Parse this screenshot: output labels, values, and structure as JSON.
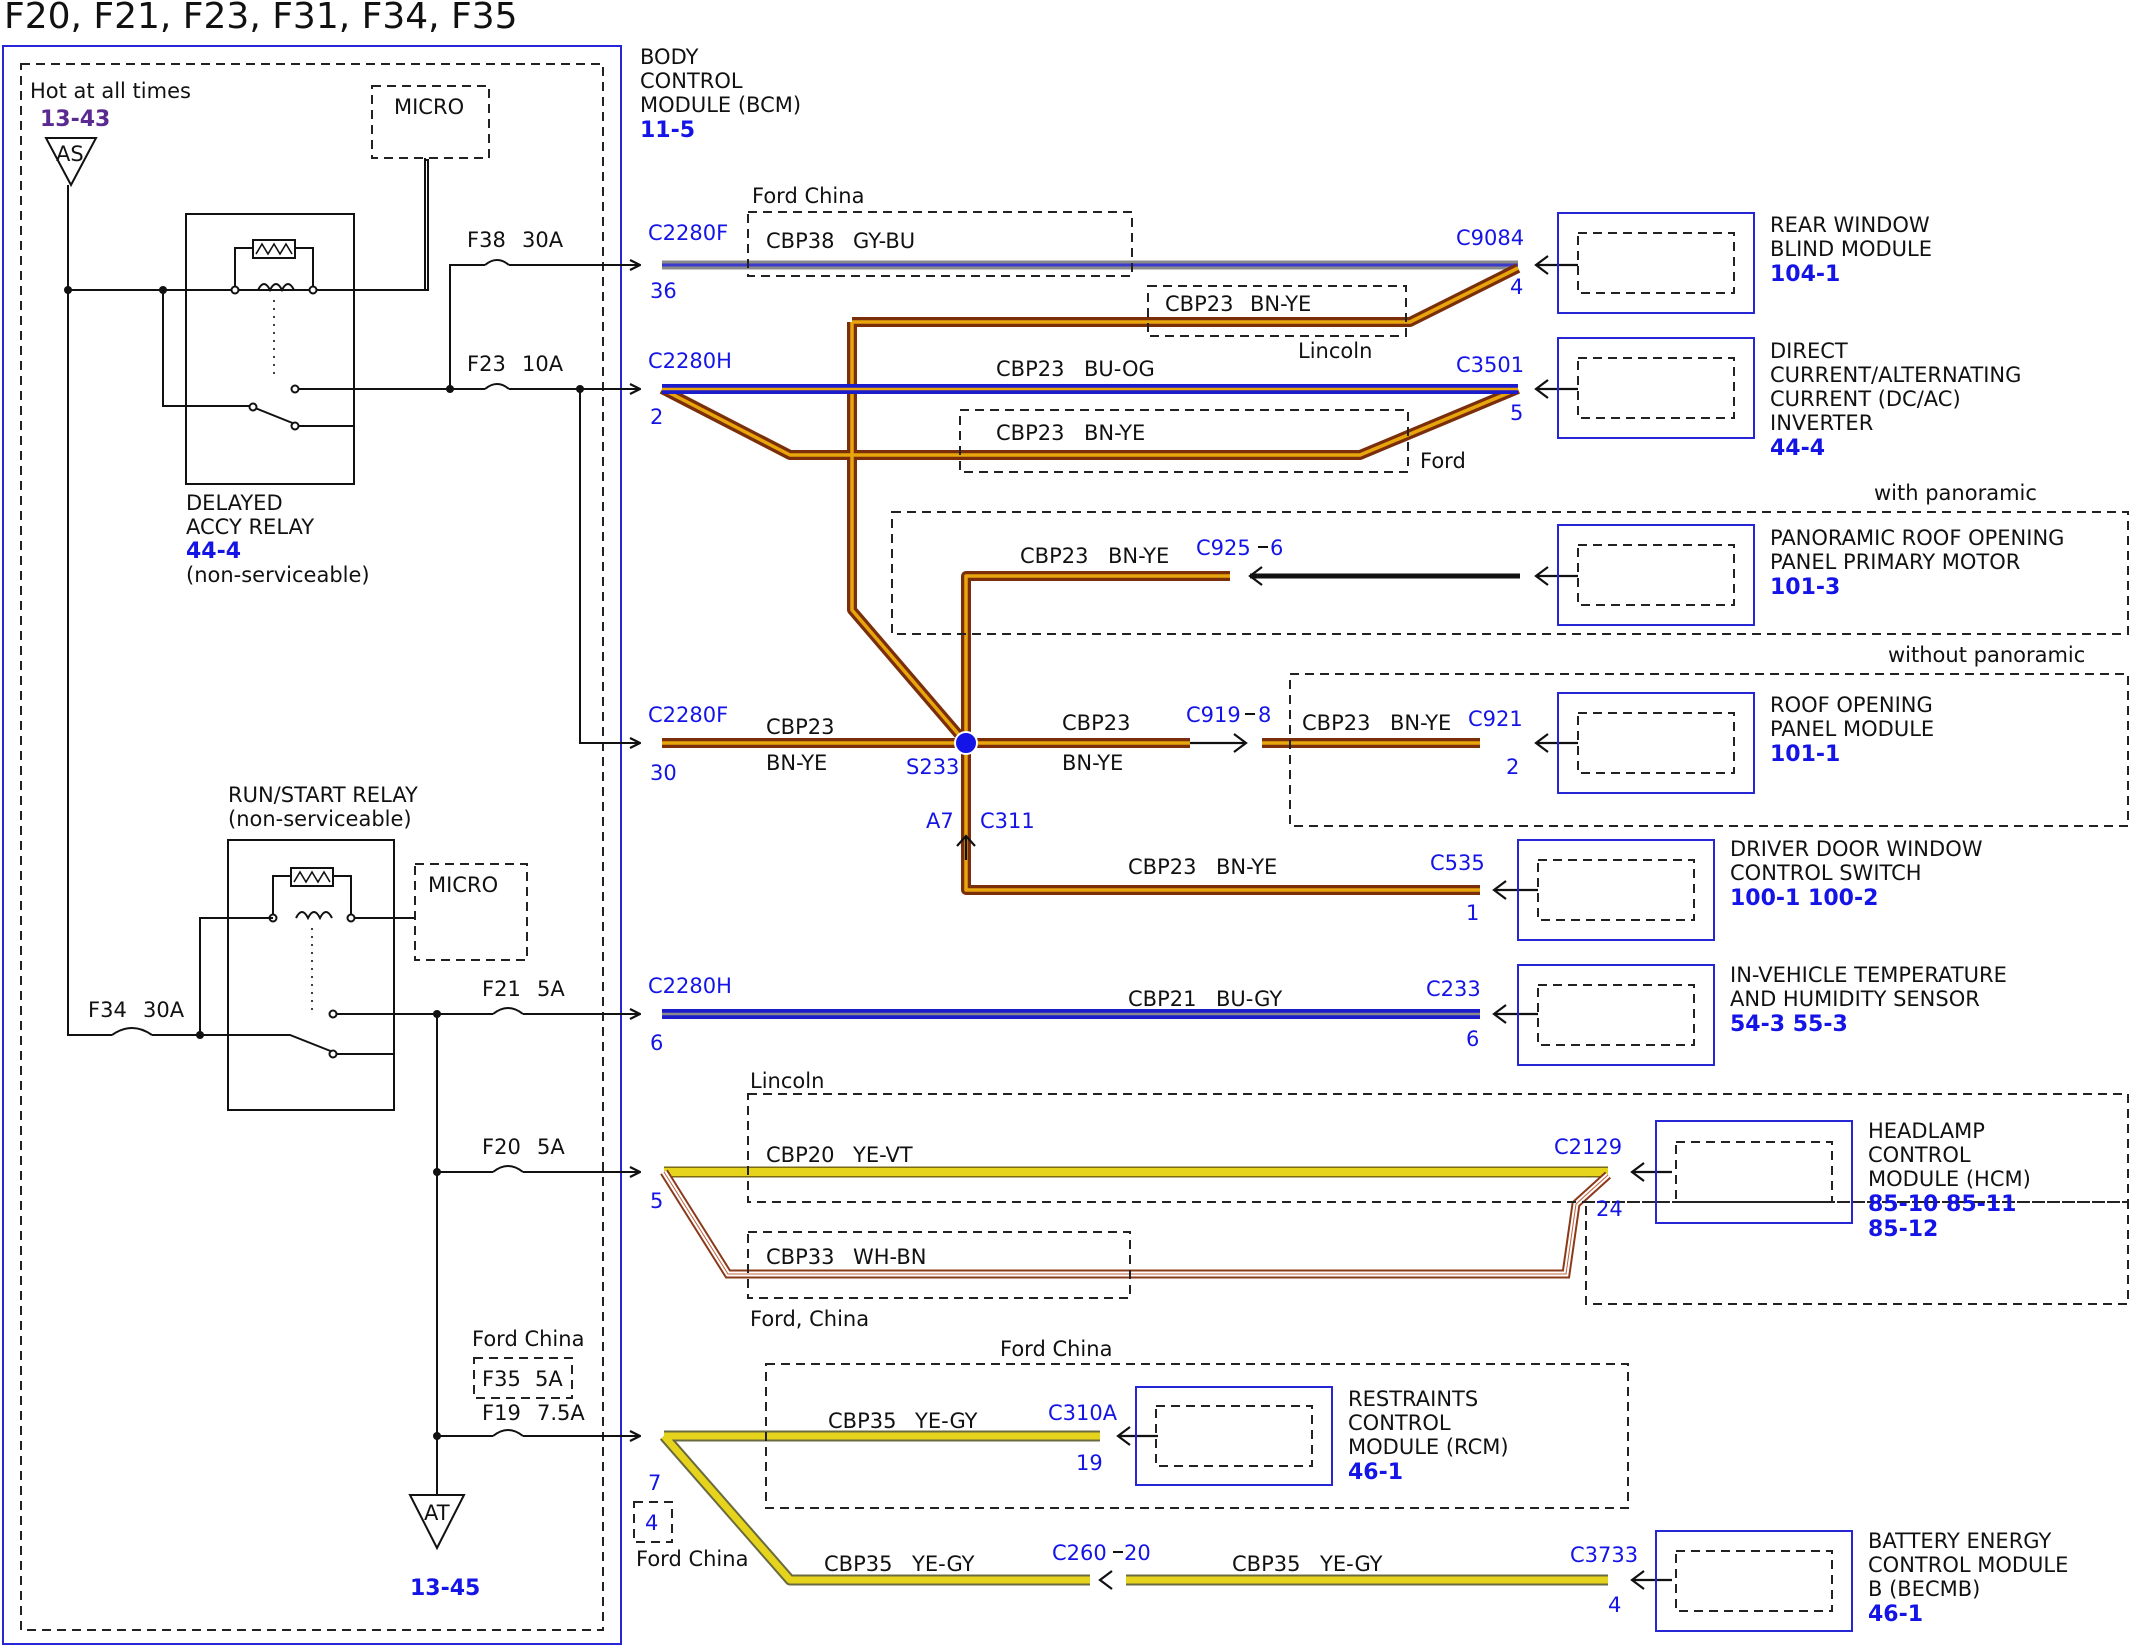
{
  "header": {
    "title": "F20, F21, F23, F31, F34, F35"
  },
  "colors": {
    "bcm_border": "#2626d6",
    "ref_blue": "#1414e6",
    "wire_bn_ye": [
      "#7a2e0a",
      "#e8a60c"
    ],
    "wire_bu_og": [
      "#1c1ccc",
      "#e8a60c"
    ],
    "wire_bu_gy": [
      "#1c1ccc",
      "#8a8a8a"
    ],
    "wire_gy_bu": [
      "#8a8a8a",
      "#3a3acc"
    ],
    "wire_ye_vt": [
      "#e6d41c",
      "#8a3aa0"
    ],
    "wire_ye_gy": [
      "#e6d41c",
      "#8a8a8a"
    ],
    "wire_wh_bn": [
      "#ffffff",
      "#8a3a1a"
    ]
  },
  "bcm": {
    "title_lines": [
      "BODY",
      "CONTROL",
      "MODULE (BCM)"
    ],
    "ref": "11-5",
    "hot": "Hot at all times",
    "hot_ref": "13-43",
    "as_label": "AS",
    "at_label": "AT",
    "at_ref": "13-45",
    "micro1": "MICRO",
    "micro2": "MICRO",
    "delayed_relay": [
      "DELAYED",
      "ACCY RELAY"
    ],
    "delayed_relay_ref": "44-4",
    "delayed_relay_note": "(non-serviceable)",
    "run_relay": [
      "RUN/START RELAY",
      "(non-serviceable)"
    ],
    "fuses": {
      "f38": "F38",
      "f38_amp": "30A",
      "f23": "F23",
      "f23_amp": "10A",
      "f34": "F34",
      "f34_amp": "30A",
      "f21": "F21",
      "f21_amp": "5A",
      "f20": "F20",
      "f20_amp": "5A",
      "f35": "F35",
      "f35_amp": "5A",
      "f19": "F19",
      "f19_amp": "7.5A"
    },
    "ford_china_fuse": "Ford China"
  },
  "connectors": {
    "c2280f_1": "C2280F",
    "pin36": "36",
    "c2280h_1": "C2280H",
    "pin2": "2",
    "c2280f_2": "C2280F",
    "pin30": "30",
    "c2280h_2": "C2280H",
    "pin6": "6",
    "pin5": "5",
    "pin7": "7",
    "pin4": "4",
    "c9084": "C9084",
    "c9084_pin": "4",
    "c3501": "C3501",
    "c3501_pin": "5",
    "c925": "C925",
    "c925_pin": "6",
    "c919": "C919",
    "c919_pin": "8",
    "c921": "C921",
    "c921_pin": "2",
    "s233": "S233",
    "c311": "C311",
    "c311_pin": "A7",
    "c535": "C535",
    "c535_pin": "1",
    "c233": "C233",
    "c233_pin": "6",
    "c2129": "C2129",
    "c2129_pin": "24",
    "c310a": "C310A",
    "c310a_pin": "19",
    "c260": "C260",
    "c260_pin": "20",
    "c3733": "C3733",
    "c3733_pin": "4"
  },
  "wires": {
    "cbp38": "CBP38",
    "gy_bu": "GY-BU",
    "cbp23_a": "CBP23",
    "bn_ye_a": "BN-YE",
    "cbp23_b": "CBP23",
    "bu_og": "BU-OG",
    "cbp23_c": "CBP23",
    "bn_ye_c": "BN-YE",
    "cbp23_d": "CBP23",
    "bn_ye_d": "BN-YE",
    "cbp23_e": "CBP23",
    "bn_ye_e": "BN-YE",
    "cbp23_f": "CBP23",
    "bn_ye_f": "BN-YE",
    "cbp23_g": "CBP23",
    "bn_ye_g": "BN-YE",
    "cbp23_h": "CBP23",
    "bn_ye_h": "BN-YE",
    "cbp21": "CBP21",
    "bu_gy": "BU-GY",
    "cbp20": "CBP20",
    "ye_vt": "YE-VT",
    "cbp33": "CBP33",
    "wh_bn": "WH-BN",
    "cbp35_a": "CBP35",
    "ye_gy_a": "YE-GY",
    "cbp35_b": "CBP35",
    "ye_gy_b": "YE-GY",
    "cbp35_c": "CBP35",
    "ye_gy_c": "YE-GY"
  },
  "option_labels": {
    "ford_china_1": "Ford China",
    "lincoln_1": "Lincoln",
    "ford_1": "Ford",
    "with_panoramic": "with panoramic",
    "without_panoramic": "without panoramic",
    "lincoln_2": "Lincoln",
    "ford_china_2": "Ford, China",
    "ford_china_3": "Ford China",
    "ford_china_4": "Ford China"
  },
  "modules": {
    "rear_window": {
      "lines": [
        "REAR WINDOW",
        "BLIND MODULE"
      ],
      "ref": "104-1"
    },
    "dcac": {
      "lines": [
        "DIRECT",
        "CURRENT/ALTERNATING",
        "CURRENT (DC/AC)",
        "INVERTER"
      ],
      "ref": "44-4"
    },
    "pano_motor": {
      "lines": [
        "PANORAMIC ROOF OPENING",
        "PANEL PRIMARY MOTOR"
      ],
      "ref": "101-3"
    },
    "roof_panel": {
      "lines": [
        "ROOF OPENING",
        "PANEL MODULE"
      ],
      "ref": "101-1"
    },
    "driver_door": {
      "lines": [
        "DRIVER DOOR WINDOW",
        "CONTROL SWITCH"
      ],
      "ref": "100-1 100-2"
    },
    "invehicle": {
      "lines": [
        "IN-VEHICLE TEMPERATURE",
        "AND HUMIDITY SENSOR"
      ],
      "ref": "54-3   55-3"
    },
    "hcm": {
      "lines": [
        "HEADLAMP",
        "CONTROL",
        "MODULE (HCM)"
      ],
      "ref": "85-10 85-11",
      "ref2": "85-12"
    },
    "rcm": {
      "lines": [
        "RESTRAINTS",
        "CONTROL",
        "MODULE (RCM)"
      ],
      "ref": "46-1"
    },
    "becmb": {
      "lines": [
        "BATTERY ENERGY",
        "CONTROL MODULE",
        "B (BECMB)"
      ],
      "ref": "46-1"
    }
  }
}
